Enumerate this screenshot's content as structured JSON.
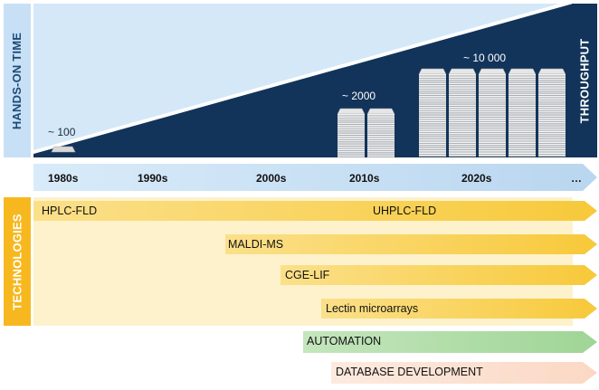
{
  "side_labels": {
    "hands_on_time": "HANDS-ON TIME",
    "throughput": "THROUGHPUT",
    "technologies": "TECHNOLOGIES"
  },
  "throughput_annotations": {
    "low": "~ 100",
    "mid": "~ 2000",
    "high": "~ 10 000"
  },
  "timeline": {
    "eras": [
      "1980s",
      "1990s",
      "2000s",
      "2010s",
      "2020s",
      "…"
    ]
  },
  "technologies": [
    {
      "label": "HPLC-FLD"
    },
    {
      "label": "UHPLC-FLD"
    },
    {
      "label": "MALDI-MS"
    },
    {
      "label": "CGE-LIF"
    },
    {
      "label": "Lectin microarrays"
    }
  ],
  "developments": {
    "automation": "AUTOMATION",
    "database": "DATABASE DEVELOPMENT"
  },
  "colors": {
    "navy": "#12345a",
    "light_blue": "#c8e0f5",
    "timeline_blue": "#cde4f7",
    "tech_yellow": "#f7d05a",
    "tech_bg": "#fdf3cf",
    "tech_label": "#f7b81f",
    "automation_green": "#a5d89b",
    "database_peach": "#fbdcc9"
  }
}
